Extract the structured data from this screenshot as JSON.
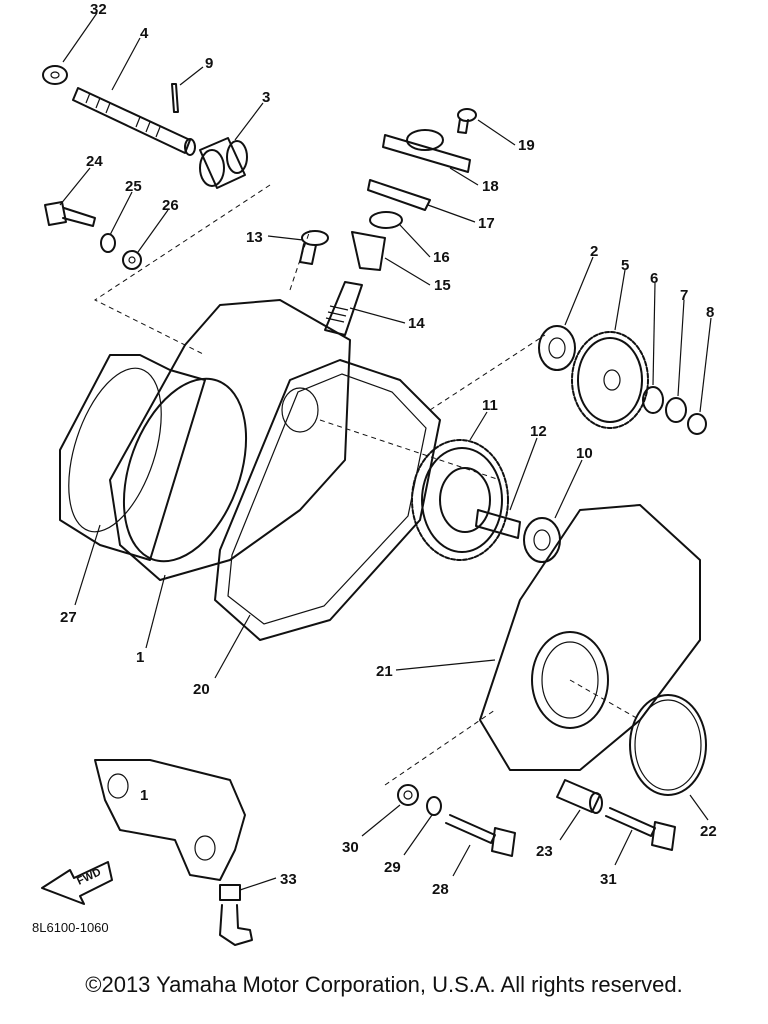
{
  "diagram": {
    "part_numbers": [
      "1",
      "2",
      "3",
      "4",
      "5",
      "6",
      "7",
      "8",
      "9",
      "10",
      "11",
      "12",
      "13",
      "14",
      "15",
      "16",
      "17",
      "18",
      "19",
      "20",
      "21",
      "22",
      "23",
      "24",
      "25",
      "26",
      "27",
      "28",
      "29",
      "30",
      "31",
      "32",
      "33"
    ],
    "direction_label": "FWD",
    "drawing_code": "8L6100-1060"
  },
  "footer": {
    "copyright": "©2013 Yamaha Motor Corporation, U.S.A. All rights reserved."
  }
}
